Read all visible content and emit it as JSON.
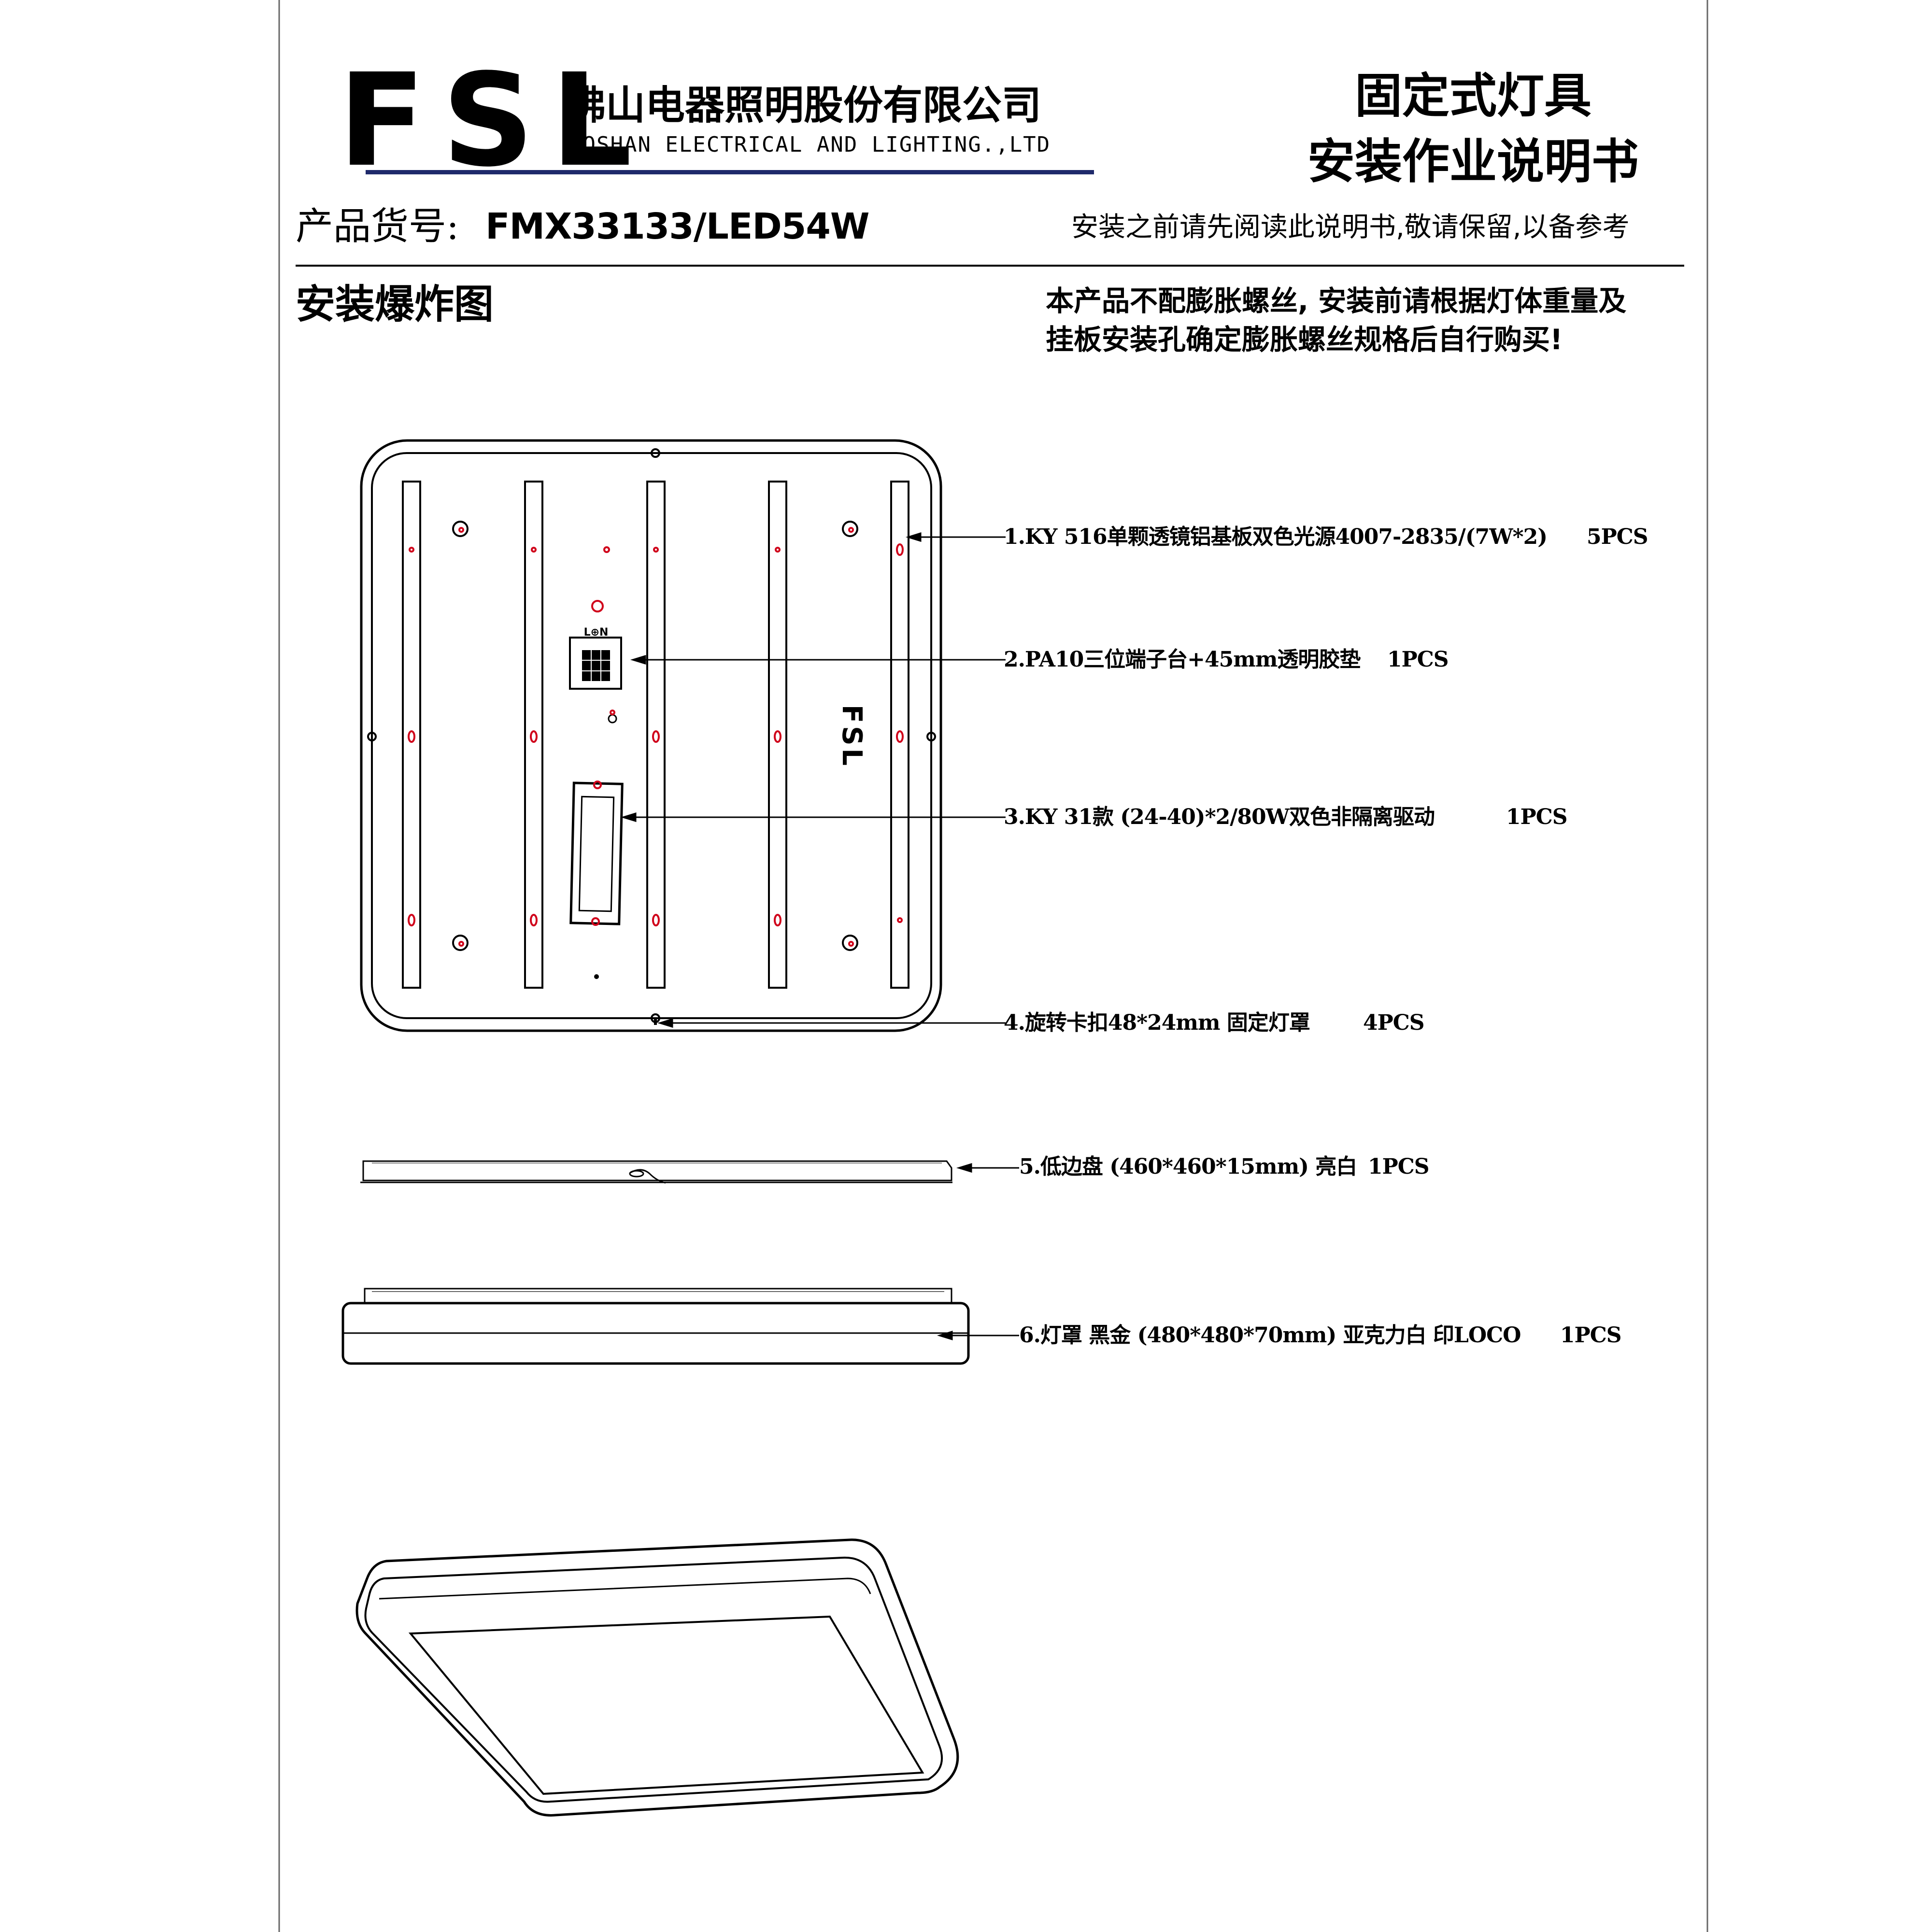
{
  "header": {
    "logo": "FSL",
    "company_cn": "佛山电器照明股份有限公司",
    "company_en": "FOSHAN ELECTRICAL AND LIGHTING.,LTD",
    "doc_title_line1": "固定式灯具",
    "doc_title_line2": "安装作业说明书"
  },
  "product": {
    "label": "产品货号:",
    "code": "FMX33133/LED54W",
    "read_note": "安装之前请先阅读此说明书,敬请保留,以备参考"
  },
  "section": {
    "title": "安装爆炸图",
    "warning_line1": "本产品不配膨胀螺丝, 安装前请根据灯体重量及",
    "warning_line2": "挂板安装孔确定膨胀螺丝规格后自行购买!"
  },
  "drawing": {
    "terminal_label": "L⊕N",
    "board_logo": "FSL"
  },
  "parts": [
    {
      "label": "1.KY 516单颗透镜铝基板双色光源4007-2835/(7W*2)",
      "qty": "5PCS"
    },
    {
      "label": "2.PA10三位端子台+45mm透明胶垫",
      "qty": "1PCS"
    },
    {
      "label": "3.KY 31款 (24-40)*2/80W双色非隔离驱动",
      "qty": "1PCS"
    },
    {
      "label": "4.旋转卡扣48*24mm 固定灯罩",
      "qty": "4PCS"
    },
    {
      "label": "5.低边盘 (460*460*15mm) 亮白",
      "qty": "1PCS"
    },
    {
      "label": "6.灯罩 黑金 (480*480*70mm) 亚克力白 印LOCO",
      "qty": "1PCS"
    }
  ]
}
